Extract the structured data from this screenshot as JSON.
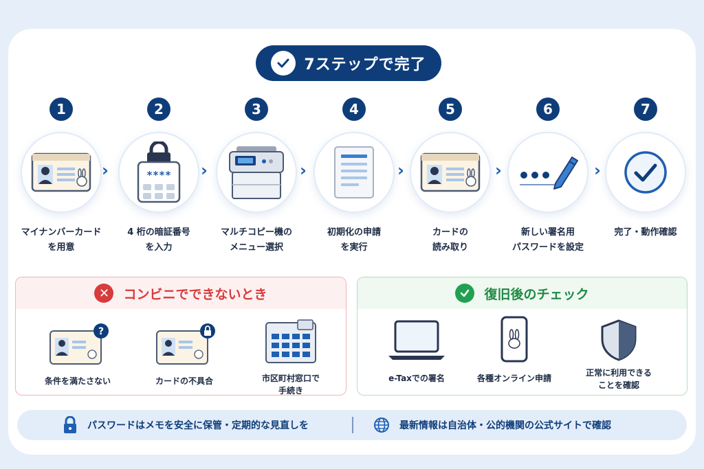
{
  "title": "7ステップで完了",
  "steps": [
    {
      "num": "1",
      "lines": [
        "マイナンバーカード",
        "を用意"
      ],
      "icon": "id-card-icon"
    },
    {
      "num": "2",
      "lines": [
        "4 桁の暗証番号",
        "を入力"
      ],
      "icon": "pin-keypad-icon"
    },
    {
      "num": "3",
      "lines": [
        "マルチコピー機の",
        "メニュー選択"
      ],
      "icon": "multifunction-printer-icon"
    },
    {
      "num": "4",
      "lines": [
        "初期化の申請",
        "を実行"
      ],
      "icon": "document-icon"
    },
    {
      "num": "5",
      "lines": [
        "カードの",
        "読み取り"
      ],
      "icon": "id-card-icon"
    },
    {
      "num": "6",
      "lines": [
        "新しい署名用",
        "パスワードを設定"
      ],
      "icon": "password-pen-icon"
    },
    {
      "num": "7",
      "lines": [
        "完了・動作確認"
      ],
      "icon": "check-circle-icon"
    }
  ],
  "cannot": {
    "title": "コンビニでできないとき",
    "items": [
      {
        "lines": [
          "条件を満たさない"
        ],
        "icon": "id-card-question-icon"
      },
      {
        "lines": [
          "カードの不具合"
        ],
        "icon": "id-card-lock-icon"
      },
      {
        "lines": [
          "市区町村窓口で",
          "手続き"
        ],
        "icon": "city-office-icon"
      }
    ]
  },
  "after": {
    "title": "復旧後のチェック",
    "items": [
      {
        "lines": [
          "e-Taxでの署名"
        ],
        "icon": "laptop-icon"
      },
      {
        "lines": [
          "各種オンライン申請"
        ],
        "icon": "smartphone-icon"
      },
      {
        "lines": [
          "正常に利用できる",
          "ことを確認"
        ],
        "icon": "shield-icon"
      }
    ]
  },
  "footer": {
    "left": "パスワードはメモを安全に保管・定期的な見直しを",
    "right": "最新情報は自治体・公的機関の公式サイトで確認"
  },
  "colors": {
    "navy": "#0f3d7a",
    "accent_blue": "#1f5fb2",
    "red": "#d83b3b",
    "green": "#22a052"
  }
}
